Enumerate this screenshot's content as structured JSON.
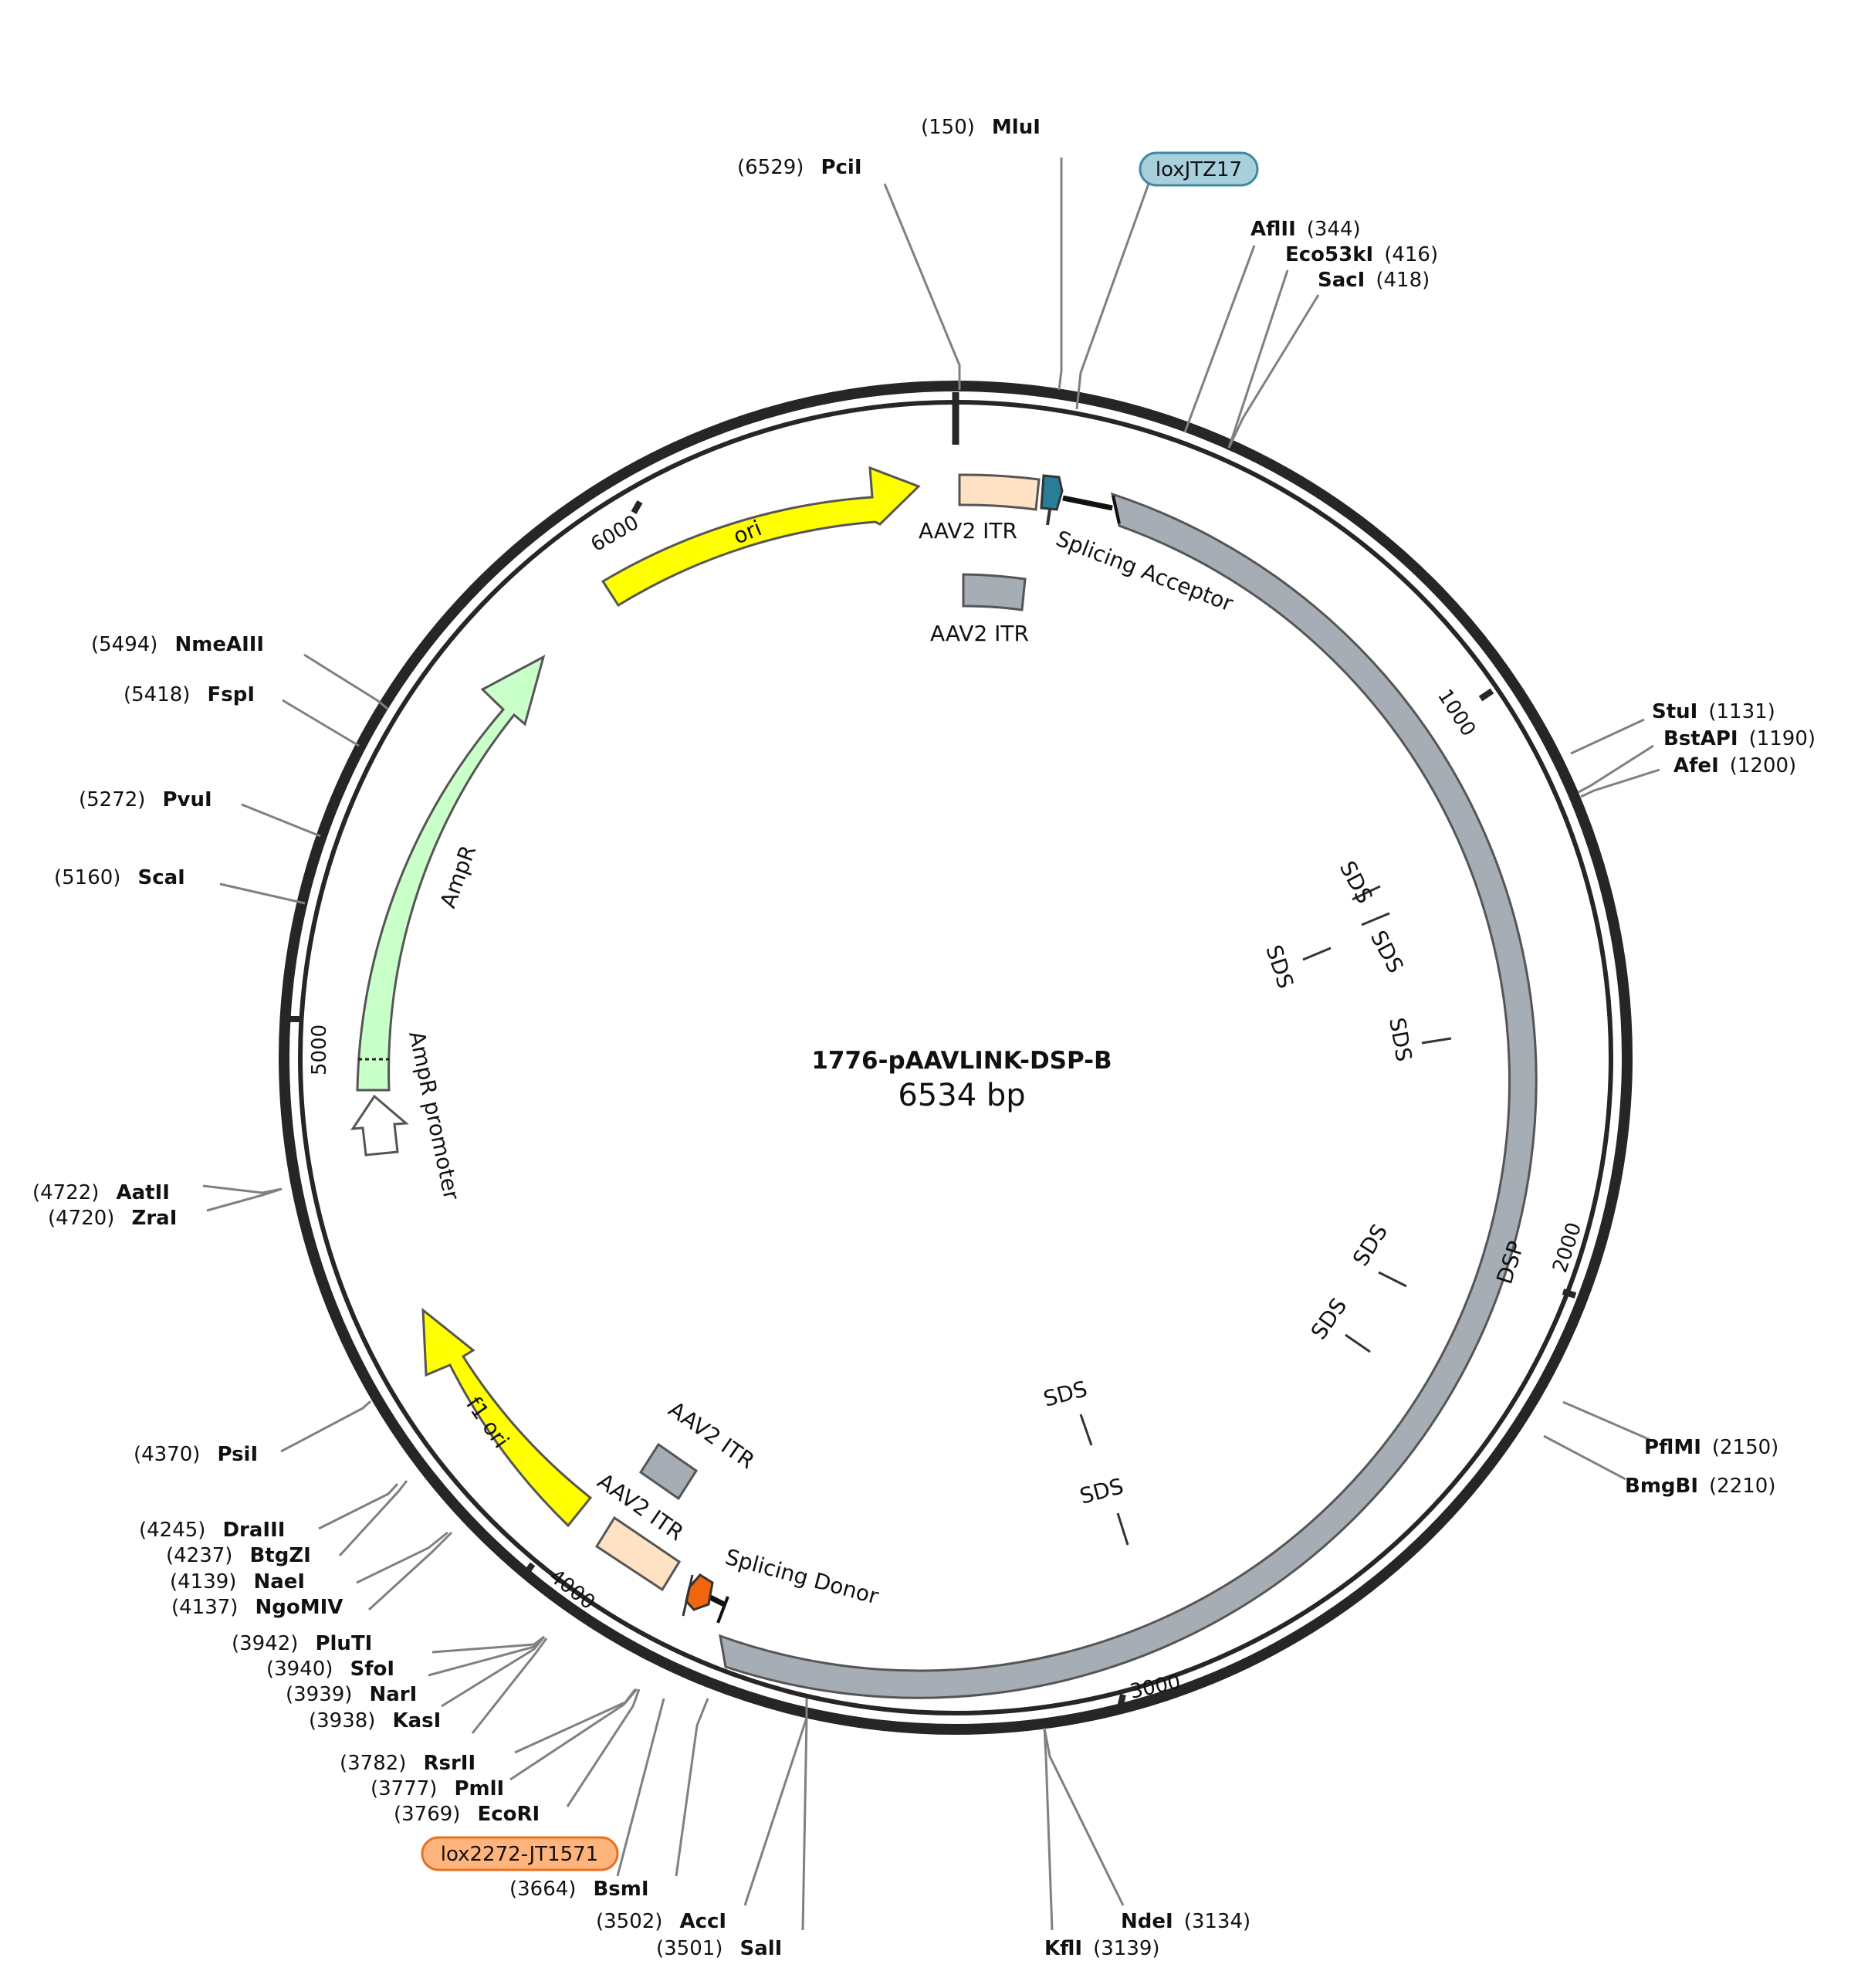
{
  "plasmid": {
    "name": "1776-pAAVLINK-DSP-B",
    "size": 6534,
    "size_label": "6534 bp"
  },
  "ticks": [
    {
      "pos": 1000,
      "label": "1000"
    },
    {
      "pos": 2000,
      "label": "2000"
    },
    {
      "pos": 3000,
      "label": "3000"
    },
    {
      "pos": 4000,
      "label": "4000"
    },
    {
      "pos": 5000,
      "label": "5000"
    },
    {
      "pos": 6000,
      "label": "6000"
    }
  ],
  "sites": [
    {
      "name": "MluI",
      "pos": "(150)"
    },
    {
      "name": "PciI",
      "pos": "(6529)"
    },
    {
      "name": "AflII",
      "pos": "(344)"
    },
    {
      "name": "Eco53kI",
      "pos": "(416)"
    },
    {
      "name": "SacI",
      "pos": "(418)"
    },
    {
      "name": "StuI",
      "pos": "(1131)"
    },
    {
      "name": "BstAPI",
      "pos": "(1190)"
    },
    {
      "name": "AfeI",
      "pos": "(1200)"
    },
    {
      "name": "PflMI",
      "pos": "(2150)"
    },
    {
      "name": "BmgBI",
      "pos": "(2210)"
    },
    {
      "name": "NdeI",
      "pos": "(3134)"
    },
    {
      "name": "KflI",
      "pos": "(3139)"
    },
    {
      "name": "AccI",
      "pos": "(3502)"
    },
    {
      "name": "SalI",
      "pos": "(3501)"
    },
    {
      "name": "BsmI",
      "pos": "(3664)"
    },
    {
      "name": "RsrII",
      "pos": "(3782)"
    },
    {
      "name": "PmlI",
      "pos": "(3777)"
    },
    {
      "name": "EcoRI",
      "pos": "(3769)"
    },
    {
      "name": "PluTI",
      "pos": "(3942)"
    },
    {
      "name": "SfoI",
      "pos": "(3940)"
    },
    {
      "name": "NarI",
      "pos": "(3939)"
    },
    {
      "name": "KasI",
      "pos": "(3938)"
    },
    {
      "name": "DraIII",
      "pos": "(4245)"
    },
    {
      "name": "BtgZI",
      "pos": "(4237)"
    },
    {
      "name": "NaeI",
      "pos": "(4139)"
    },
    {
      "name": "NgoMIV",
      "pos": "(4137)"
    },
    {
      "name": "PsiI",
      "pos": "(4370)"
    },
    {
      "name": "AatII",
      "pos": "(4722)"
    },
    {
      "name": "ZraI",
      "pos": "(4720)"
    },
    {
      "name": "ScaI",
      "pos": "(5160)"
    },
    {
      "name": "PvuI",
      "pos": "(5272)"
    },
    {
      "name": "FspI",
      "pos": "(5418)"
    },
    {
      "name": "NmeAIII",
      "pos": "(5494)"
    }
  ],
  "badges": [
    {
      "label": "loxJTZ17",
      "color": "#a8d0dc",
      "stroke": "#3f8aa0"
    },
    {
      "label": "lox2272-JT1571",
      "color": "#ffb47e",
      "stroke": "#e8701f"
    }
  ],
  "features": [
    {
      "label": "ori",
      "color": "#ffff00"
    },
    {
      "label": "AmpR",
      "color": "#c9ffc9"
    },
    {
      "label": "AmpR promoter",
      "color": "#ffffff"
    },
    {
      "label": "f1 ori",
      "color": "#ffff00"
    },
    {
      "label": "DSP",
      "color": "#a6adb5"
    },
    {
      "label": "Splicing Acceptor",
      "color": "#111111"
    },
    {
      "label": "Splicing Donor",
      "color": "#111111"
    },
    {
      "label": "AAV2 ITR",
      "color": "#ffe2c4"
    },
    {
      "label": "AAV2 ITR",
      "color": "#a6adb5"
    },
    {
      "label": "AAV2 ITR",
      "color": "#ffe2c4"
    },
    {
      "label": "AAV2 ITR",
      "color": "#a6adb5"
    }
  ],
  "sds": {
    "label": "SDS",
    "count": 8
  }
}
